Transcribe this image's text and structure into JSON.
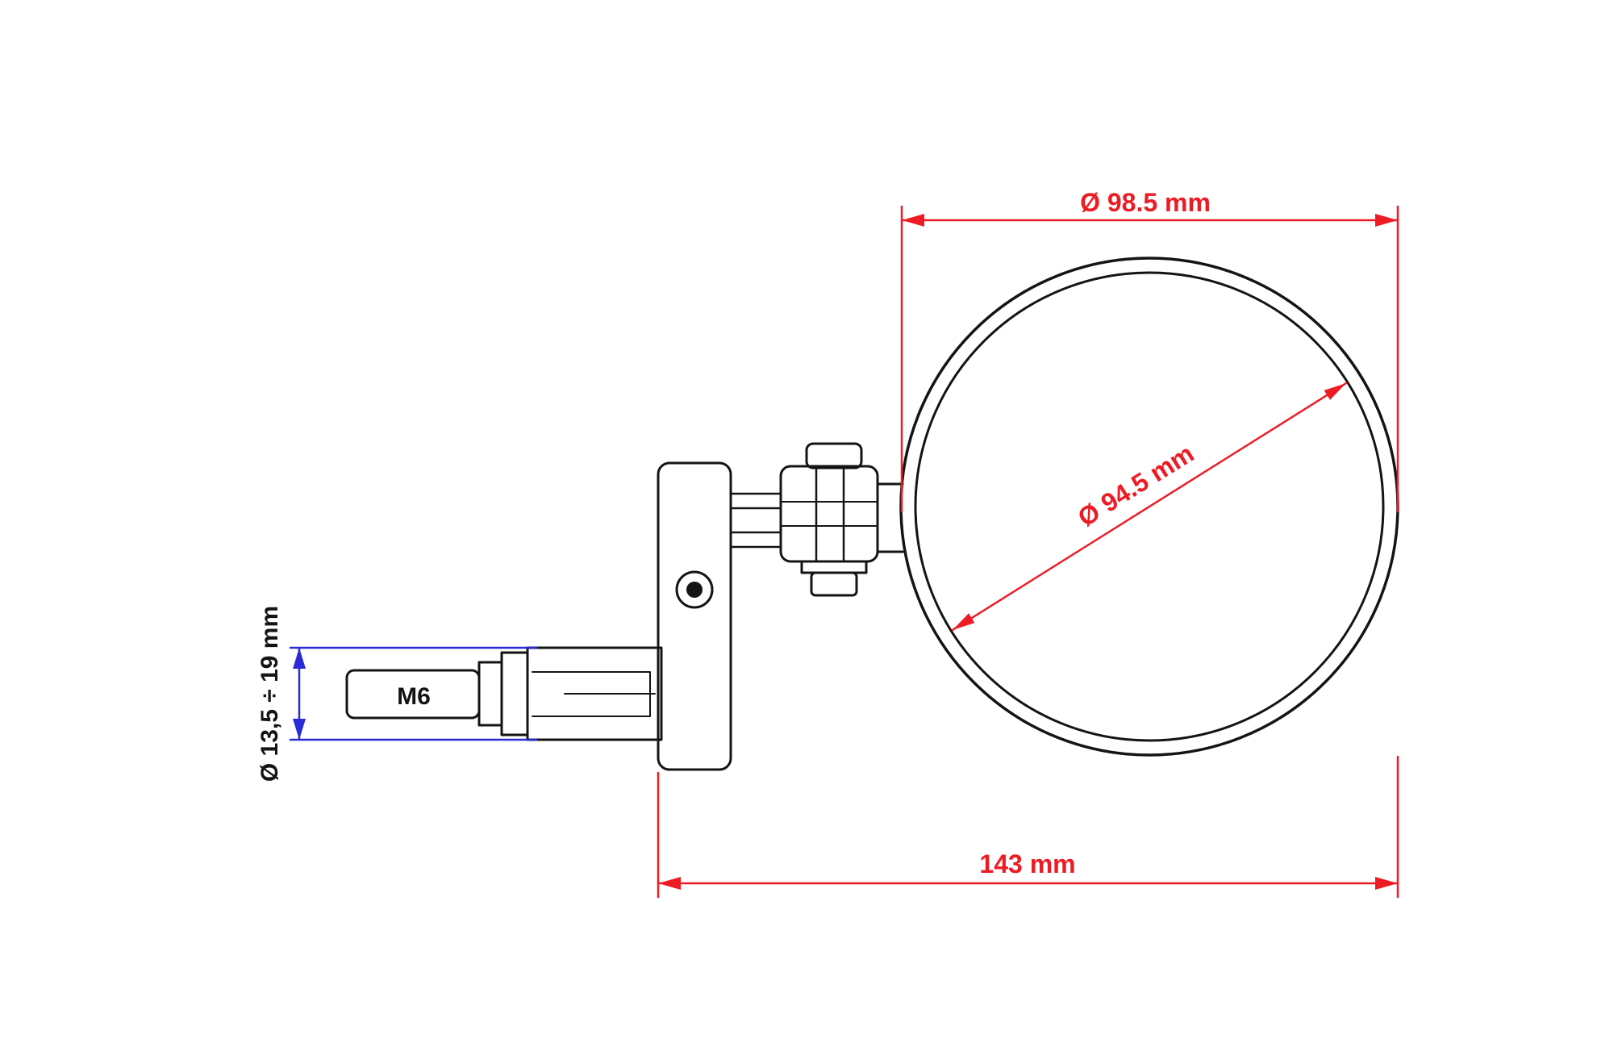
{
  "page": {
    "background": "#ffffff",
    "description": "Technical dimension drawing of a bar-end mirror with clamp and M6 expander bolt"
  },
  "colors": {
    "line": "#141414",
    "dimension": "#ed1c24",
    "aux": "#2a2ad6"
  },
  "labels": {
    "outer_diameter": "Ø 98.5 mm",
    "mirror_diameter": "Ø 94.5 mm",
    "overall_length": "143 mm",
    "thread": "M6",
    "bar_inner_diameter_range": "Ø 13,5 ÷ 19 mm"
  }
}
